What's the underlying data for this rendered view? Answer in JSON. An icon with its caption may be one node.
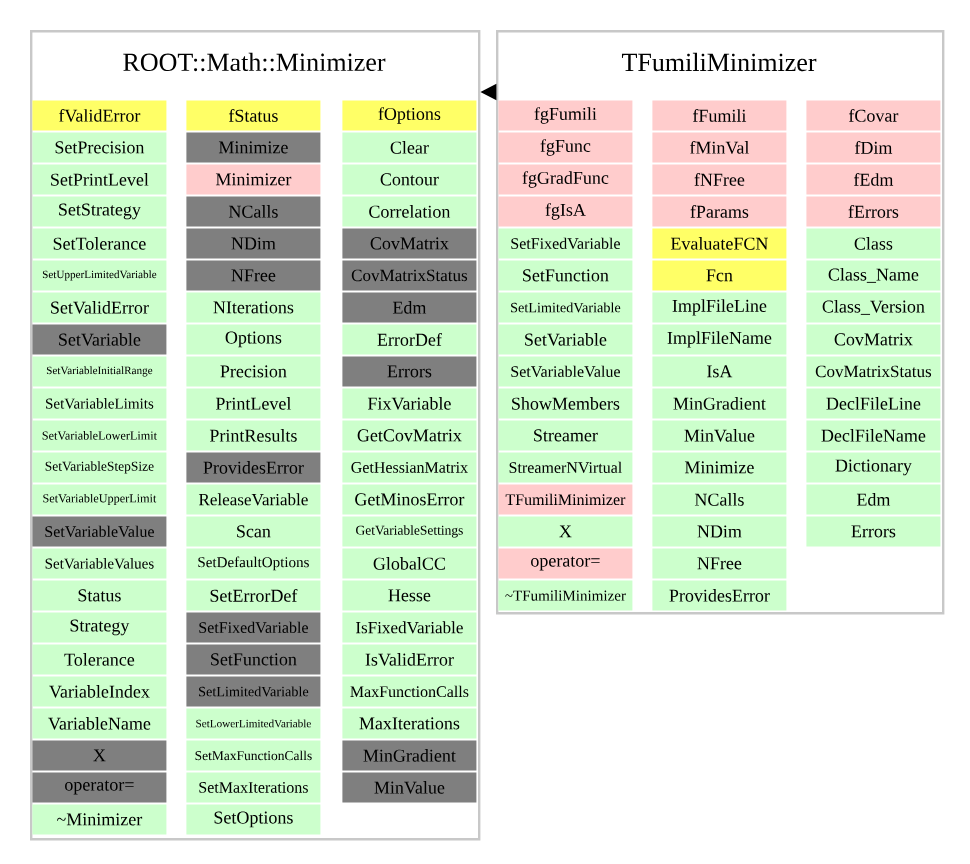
{
  "diagram": {
    "nodes": [
      {
        "text": [
          "ROOT::Math::Minimizer"
        ]
      },
      {
        "text": [
          "fValidError"
        ],
        "in": 0
      },
      {
        "text": [
          "SetPrecision"
        ],
        "in": 0
      },
      {
        "text": [
          "SetPrintLevel"
        ],
        "in": 0
      },
      {
        "text": [
          "SetStrategy"
        ],
        "in": 0
      },
      {
        "text": [
          "SetTolerance"
        ],
        "in": 0
      },
      {
        "text": [
          "SetUpperLimitedVariable"
        ],
        "in": 0
      },
      {
        "text": [
          "SetValidError"
        ],
        "in": 0
      },
      {
        "text": [
          "SetVariable"
        ],
        "in": 0
      },
      {
        "text": [
          "SetVariableInitialRange"
        ],
        "in": 0
      },
      {
        "text": [
          "SetVariableLimits"
        ],
        "in": 0
      },
      {
        "text": [
          "SetVariableLowerLimit"
        ],
        "in": 0
      },
      {
        "text": [
          "SetVariableStepSize"
        ],
        "in": 0
      },
      {
        "text": [
          "SetVariableUpperLimit"
        ],
        "in": 0
      },
      {
        "text": [
          "SetVariableValue"
        ],
        "in": 0
      },
      {
        "text": [
          "SetVariableValues"
        ],
        "in": 0
      },
      {
        "text": [
          "Status"
        ],
        "in": 0
      },
      {
        "text": [
          "Strategy"
        ],
        "in": 0
      },
      {
        "text": [
          "Tolerance"
        ],
        "in": 0
      },
      {
        "text": [
          "VariableIndex"
        ],
        "in": 0
      },
      {
        "text": [
          "VariableName"
        ],
        "in": 0
      },
      {
        "text": [
          "X"
        ],
        "in": 0
      },
      {
        "text": [
          "operator="
        ],
        "in": 0
      },
      {
        "text": [
          "~Minimizer"
        ],
        "in": 0
      },
      {
        "text": [
          "fStatus"
        ],
        "in": 0
      },
      {
        "text": [
          "Minimize"
        ],
        "in": 0
      },
      {
        "text": [
          "Minimizer"
        ],
        "in": 0
      },
      {
        "text": [
          "NCalls"
        ],
        "in": 0
      },
      {
        "text": [
          "NDim"
        ],
        "in": 0
      },
      {
        "text": [
          "NFree"
        ],
        "in": 0
      },
      {
        "text": [
          "NIterations"
        ],
        "in": 0
      },
      {
        "text": [
          "Options"
        ],
        "in": 0
      },
      {
        "text": [
          "Precision"
        ],
        "in": 0
      },
      {
        "text": [
          "PrintLevel"
        ],
        "in": 0
      },
      {
        "text": [
          "PrintResults"
        ],
        "in": 0
      },
      {
        "text": [
          "ProvidesError"
        ],
        "in": 0
      },
      {
        "text": [
          "ReleaseVariable"
        ],
        "in": 0
      },
      {
        "text": [
          "Scan"
        ],
        "in": 0
      },
      {
        "text": [
          "SetDefaultOptions"
        ],
        "in": 0
      },
      {
        "text": [
          "SetErrorDef"
        ],
        "in": 0
      },
      {
        "text": [
          "SetFixedVariable"
        ],
        "in": 0
      },
      {
        "text": [
          "SetFunction"
        ],
        "in": 0
      },
      {
        "text": [
          "SetLimitedVariable"
        ],
        "in": 0
      },
      {
        "text": [
          "SetLowerLimitedVariable"
        ],
        "in": 0
      },
      {
        "text": [
          "SetMaxFunctionCalls"
        ],
        "in": 0
      },
      {
        "text": [
          "SetMaxIterations"
        ],
        "in": 0
      },
      {
        "text": [
          "SetOptions"
        ],
        "in": 0
      },
      {
        "text": [
          "fOptions"
        ],
        "in": 0
      },
      {
        "text": [
          "Clear"
        ],
        "in": 0
      },
      {
        "text": [
          "Contour"
        ],
        "in": 0
      },
      {
        "text": [
          "Correlation"
        ],
        "in": 0
      },
      {
        "text": [
          "CovMatrix"
        ],
        "in": 0
      },
      {
        "text": [
          "CovMatrixStatus"
        ],
        "in": 0
      },
      {
        "text": [
          "Edm"
        ],
        "in": 0
      },
      {
        "text": [
          "ErrorDef"
        ],
        "in": 0
      },
      {
        "text": [
          "Errors"
        ],
        "in": 0
      },
      {
        "text": [
          "FixVariable"
        ],
        "in": 0
      },
      {
        "text": [
          "GetCovMatrix"
        ],
        "in": 0
      },
      {
        "text": [
          "GetHessianMatrix"
        ],
        "in": 0
      },
      {
        "text": [
          "GetMinosError"
        ],
        "in": 0
      },
      {
        "text": [
          "GetVariableSettings"
        ],
        "in": 0
      },
      {
        "text": [
          "GlobalCC"
        ],
        "in": 0
      },
      {
        "text": [
          "Hesse"
        ],
        "in": 0
      },
      {
        "text": [
          "IsFixedVariable"
        ],
        "in": 0
      },
      {
        "text": [
          "IsValidError"
        ],
        "in": 0
      },
      {
        "text": [
          "MaxFunctionCalls"
        ],
        "in": 0
      },
      {
        "text": [
          "MaxIterations"
        ],
        "in": 0
      },
      {
        "text": [
          "MinGradient"
        ],
        "in": 0
      },
      {
        "text": [
          "MinValue"
        ],
        "in": 0
      },
      {
        "text": [
          "TFumiliMinimizer"
        ]
      },
      {
        "text": [
          "fgFumili"
        ],
        "in": 69
      },
      {
        "text": [
          "fgFunc"
        ],
        "in": 69
      },
      {
        "text": [
          "fgGradFunc"
        ],
        "in": 69
      },
      {
        "text": [
          "fgIsA"
        ],
        "in": 69
      },
      {
        "text": [
          "SetFixedVariable"
        ],
        "in": 69
      },
      {
        "text": [
          "SetFunction"
        ],
        "in": 69
      },
      {
        "text": [
          "SetLimitedVariable"
        ],
        "in": 69
      },
      {
        "text": [
          "SetVariable"
        ],
        "in": 69
      },
      {
        "text": [
          "SetVariableValue"
        ],
        "in": 69
      },
      {
        "text": [
          "ShowMembers"
        ],
        "in": 69
      },
      {
        "text": [
          "Streamer"
        ],
        "in": 69
      },
      {
        "text": [
          "StreamerNVirtual"
        ],
        "in": 69
      },
      {
        "text": [
          "TFumiliMinimizer"
        ],
        "in": 69
      },
      {
        "text": [
          "X"
        ],
        "in": 69
      },
      {
        "text": [
          "operator="
        ],
        "in": 69
      },
      {
        "text": [
          "~TFumiliMinimizer"
        ],
        "in": 69
      },
      {
        "text": [
          "fFumili"
        ],
        "in": 69
      },
      {
        "text": [
          "fMinVal"
        ],
        "in": 69
      },
      {
        "text": [
          "fNFree"
        ],
        "in": 69
      },
      {
        "text": [
          "fParams"
        ],
        "in": 69
      },
      {
        "text": [
          "EvaluateFCN"
        ],
        "in": 69
      },
      {
        "text": [
          "Fcn"
        ],
        "in": 69
      },
      {
        "text": [
          "ImplFileLine"
        ],
        "in": 69
      },
      {
        "text": [
          "ImplFileName"
        ],
        "in": 69
      },
      {
        "text": [
          "IsA"
        ],
        "in": 69
      },
      {
        "text": [
          "MinGradient"
        ],
        "in": 69
      },
      {
        "text": [
          "MinValue"
        ],
        "in": 69
      },
      {
        "text": [
          "Minimize"
        ],
        "in": 69
      },
      {
        "text": [
          "NCalls"
        ],
        "in": 69
      },
      {
        "text": [
          "NDim"
        ],
        "in": 69
      },
      {
        "text": [
          "NFree"
        ],
        "in": 69
      },
      {
        "text": [
          "ProvidesError"
        ],
        "in": 69
      },
      {
        "text": [
          "fCovar"
        ],
        "in": 69
      },
      {
        "text": [
          "fDim"
        ],
        "in": 69
      },
      {
        "text": [
          "fEdm"
        ],
        "in": 69
      },
      {
        "text": [
          "fErrors"
        ],
        "in": 69
      },
      {
        "text": [
          "Class"
        ],
        "in": 69
      },
      {
        "text": [
          "Class_Name"
        ],
        "in": 69
      },
      {
        "text": [
          "Class_Version"
        ],
        "in": 69
      },
      {
        "text": [
          "CovMatrix"
        ],
        "in": 69
      },
      {
        "text": [
          "CovMatrixStatus"
        ],
        "in": 69
      },
      {
        "text": [
          "DeclFileLine"
        ],
        "in": 69
      },
      {
        "text": [
          "DeclFileName"
        ],
        "in": 69
      },
      {
        "text": [
          "Dictionary"
        ],
        "in": 69
      },
      {
        "text": [
          "Edm"
        ],
        "in": 69
      },
      {
        "text": [
          "Errors"
        ],
        "in": 69
      }
    ],
    "edges": [
      {
        "from": 69,
        "to": 0,
        "arrow": "to"
      }
    ]
  }
}
